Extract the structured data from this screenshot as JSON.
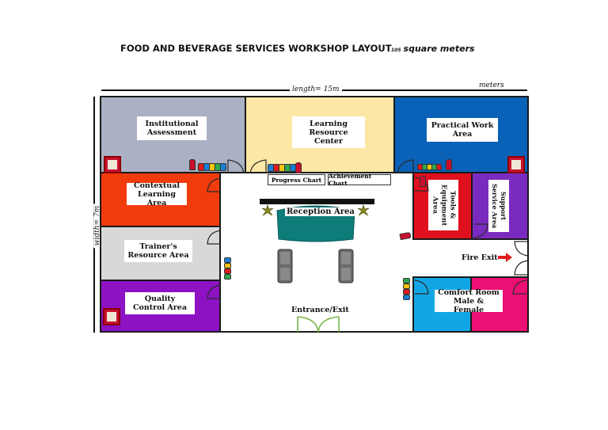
{
  "header": {
    "title": "FOOD AND BEVERAGE SERVICES WORKSHOP LAYOUT",
    "area_number": "105",
    "area_unit": "square meters"
  },
  "dimensions": {
    "length_label": "length= 15m",
    "width_label": "width= 7m",
    "unit_label": "meters"
  },
  "rooms": {
    "institutional_assessment": "Institutional Assessment",
    "learning_resource_center": "Learning Resource Center",
    "practical_work_area": "Practical Work Area",
    "contextual_learning_area": "Contextual Learning Area",
    "trainers_resource_area": "Trainer's Resource Area",
    "quality_control_area": "Quality Control Area",
    "tools_equipment_area": "Tools & Equipment Area",
    "support_service_area": "Support Service Area",
    "comfort_room": "Comfort Room Male & Female",
    "reception_area": "Reception Area"
  },
  "charts": {
    "progress_chart": "Progress Chart",
    "achievement_chart": "Achievement Chart"
  },
  "exits": {
    "fire_exit": "Fire Exit",
    "entrance_exit": "Entrance/Exit"
  },
  "colors": {
    "institutional": "#aab1c4",
    "learning": "#fde7a5",
    "practical": "#0a62b8",
    "contextual": "#f23b0c",
    "trainers": "#d8d8d8",
    "quality": "#8c12c4",
    "tools": "#e0101e",
    "support": "#7a2bbf",
    "comfort_blue": "#13a6e6",
    "comfort_pink": "#ec0f74",
    "reception_desk": "#0e7d7a",
    "chair": "#6b6b6b"
  }
}
